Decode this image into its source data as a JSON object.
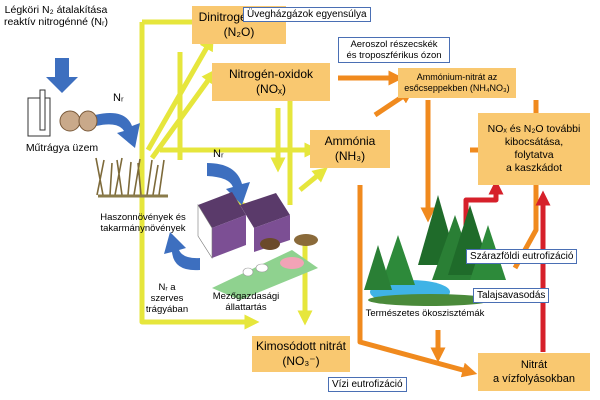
{
  "intro": {
    "line1": "Légköri N₂ átalakítása",
    "line2": "reaktív nitrogénné (Nᵣ)"
  },
  "labels": {
    "factory": "Műtrágya üzem",
    "crops_1": "Haszonnövények és",
    "crops_2": "takarmánynövények",
    "farming_1": "Mezőgazdasági",
    "farming_2": "állattartás",
    "manure_1": "Nᵣ a",
    "manure_2": "szerves",
    "manure_3": "trágyában",
    "ecosystems": "Természetes ökoszisztémák",
    "nr_1": "Nᵣ",
    "nr_2": "Nᵣ"
  },
  "boxes": {
    "dinitrogen": {
      "title": "Dinitrogén-oxid",
      "formula": "(N₂O)"
    },
    "nox": {
      "title": "Nitrogén-oxidok",
      "formula": "(NOₓ)"
    },
    "ammonia": {
      "title": "Ammónia",
      "formula": "(NH₃)"
    },
    "ammonium": {
      "line1": "Ammónium-nitrát az",
      "line2": "esőcseppekben (NH₄NO₃)"
    },
    "cascade": {
      "line1": "NOₓ és N₂O további",
      "line2": "kibocsátása,",
      "line3": "folytatva",
      "line4": "a kaszkádot"
    },
    "nitrate": {
      "title": "Kimosódott nitrát",
      "formula": "(NO₃⁻)"
    },
    "river": {
      "line1": "Nitrát",
      "line2": "a vízfolyásokban"
    }
  },
  "effects": {
    "greenhouse": "Üvegházgázok egyensúlya",
    "aerosol_1": "Aeroszol részecskék",
    "aerosol_2": "és troposzférikus ózon",
    "terrestrial": "Szárazföldi eutrofizáció",
    "acidification": "Talajsavasodás",
    "aquatic": "Vízi eutrofizáció"
  },
  "colors": {
    "box": "#f9c870",
    "yellow_arrow": "#e6e63c",
    "orange_arrow": "#f08a1e",
    "red_arrow": "#d6202a",
    "blue_arrow": "#3d6fbf",
    "label_border": "#4a6fb4"
  }
}
